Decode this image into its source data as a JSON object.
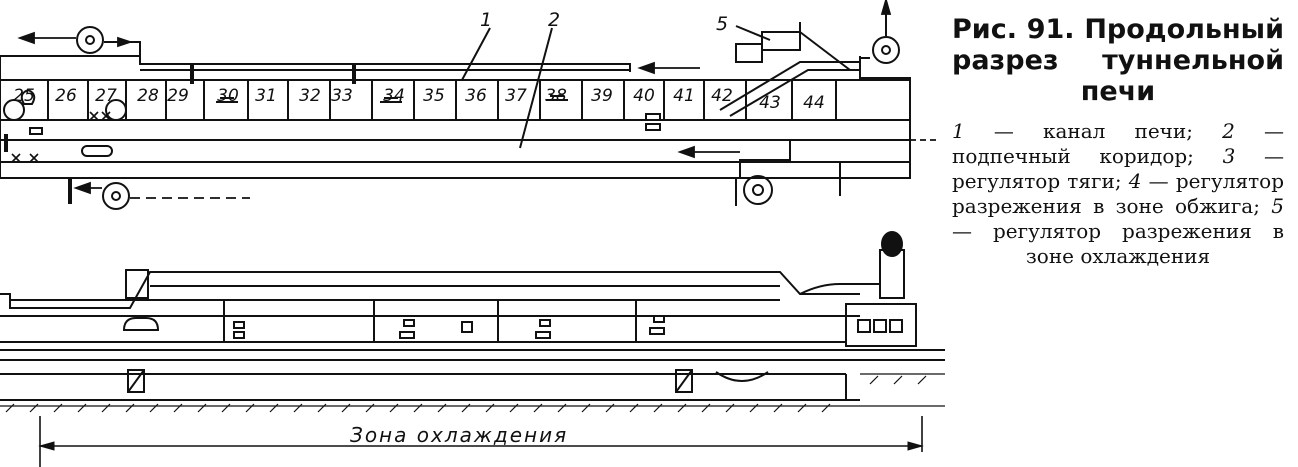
{
  "figure": {
    "title": "Рис. 91. Продольный разрез туннельной печи",
    "legend": [
      {
        "num": "1",
        "text": "канал печи"
      },
      {
        "num": "2",
        "text": "подпечный коридор"
      },
      {
        "num": "3",
        "text": "регулятор тяги"
      },
      {
        "num": "4",
        "text": "регулятор разрежения в зоне обжига"
      },
      {
        "num": "5",
        "text": "регулятор разрежения в зоне охлаждения"
      }
    ],
    "callouts": [
      "1",
      "2",
      "5"
    ],
    "cells": [
      "25",
      "26",
      "27",
      "28",
      "29",
      "30",
      "31",
      "32",
      "33",
      "34",
      "35",
      "36",
      "37",
      "38",
      "39",
      "40",
      "41",
      "42",
      "43",
      "44"
    ],
    "zone_label": "Зона охлаждения"
  },
  "colors": {
    "ink": "#111111",
    "paper": "#ffffff"
  }
}
